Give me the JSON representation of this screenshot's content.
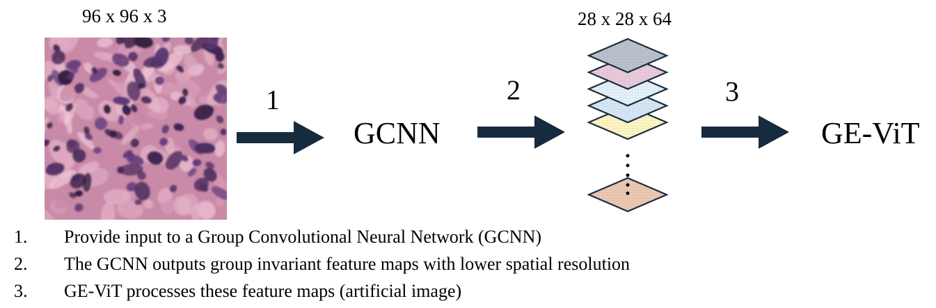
{
  "input": {
    "dim_label": "96 x 96 x 3",
    "image_desc_icon": "histology-tissue-image"
  },
  "steps_numbers": {
    "s1": "1",
    "s2": "2",
    "s3": "3"
  },
  "blocks": {
    "gcnn": "GCNN",
    "gevit": "GE-ViT"
  },
  "feature_maps": {
    "dim_label": "28 x 28 x 64",
    "layer_colors": [
      "#b9c2cc",
      "#e9c9dc",
      "#e4f1fa",
      "#d6e6f6",
      "#fdf6c3"
    ],
    "last_layer_color": "#ebc8b3",
    "outline_color": "#1b2d3c"
  },
  "arrow_color": "#172b3e",
  "captions": [
    {
      "num": "1.",
      "text": "Provide input to a Group Convolutional Neural Network (GCNN)"
    },
    {
      "num": "2.",
      "text": "The GCNN outputs group invariant feature maps with lower spatial resolution"
    },
    {
      "num": "3.",
      "text": "GE-ViT processes these feature maps (artificial image)"
    }
  ]
}
